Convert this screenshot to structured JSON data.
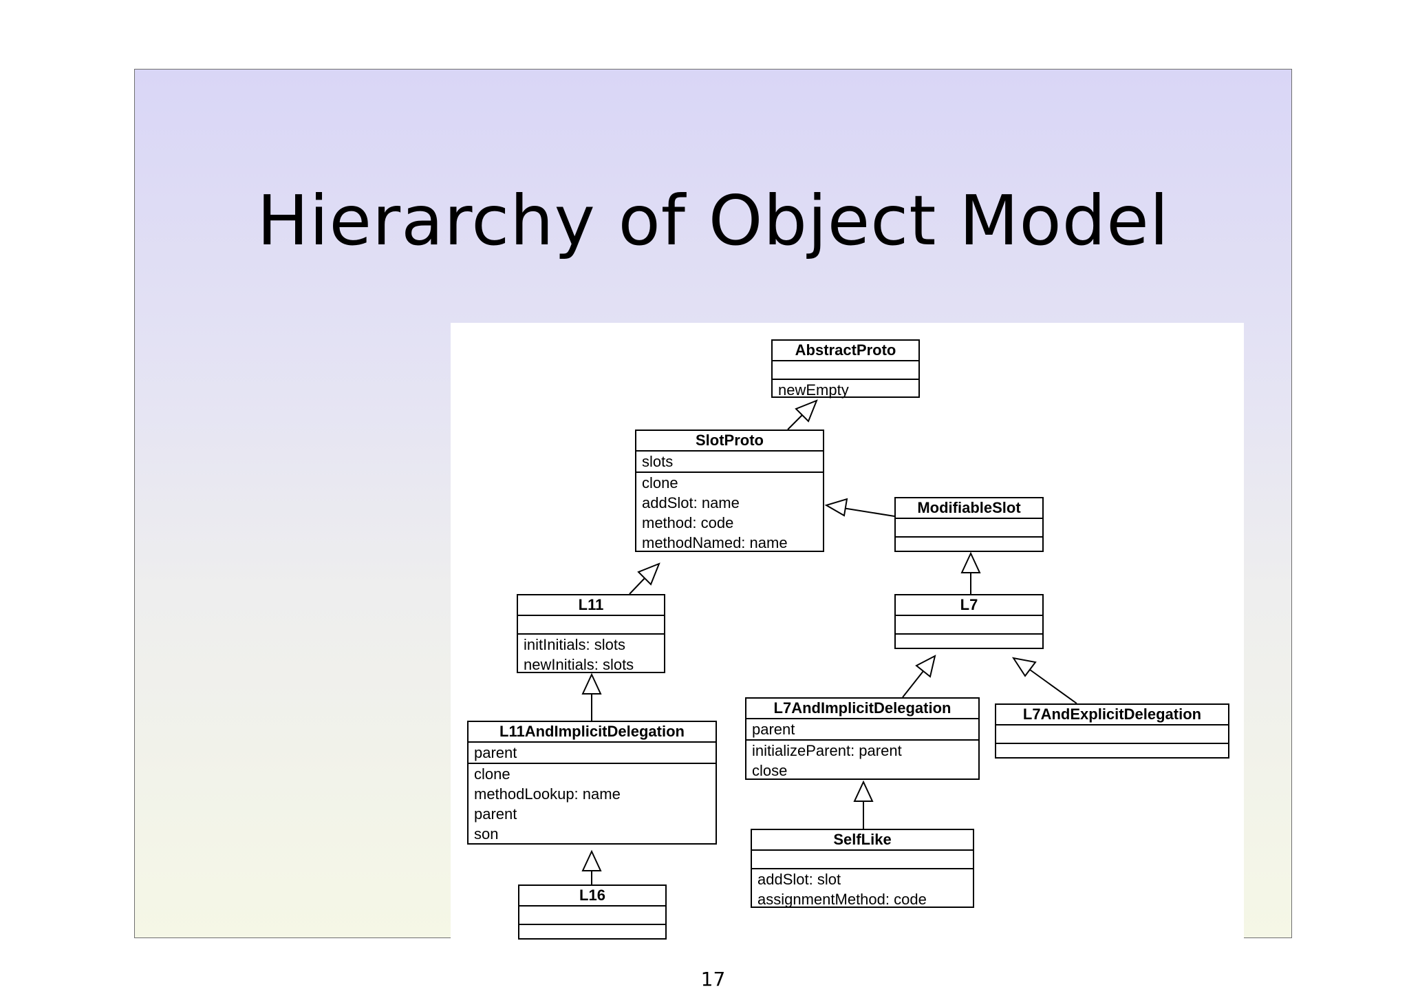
{
  "slide": {
    "title": "Hierarchy of Object Model",
    "page_number": "17"
  },
  "classes": {
    "abstract_proto": {
      "name": "AbstractProto",
      "attributes": [],
      "operations": [
        "newEmpty"
      ]
    },
    "slot_proto": {
      "name": "SlotProto",
      "attributes": [
        "slots"
      ],
      "operations": [
        "clone",
        "addSlot: name",
        "method: code",
        "methodNamed: name"
      ]
    },
    "modifiable_slot": {
      "name": "ModifiableSlot",
      "attributes": [],
      "operations": []
    },
    "l11": {
      "name": "L11",
      "attributes": [],
      "operations": [
        "initInitials: slots",
        "newInitials: slots"
      ]
    },
    "l7": {
      "name": "L7",
      "attributes": [],
      "operations": []
    },
    "l11_implicit": {
      "name": "L11AndImplicitDelegation",
      "attributes": [
        "parent"
      ],
      "operations": [
        "clone",
        "methodLookup: name",
        "parent",
        "son"
      ]
    },
    "l7_implicit": {
      "name": "L7AndImplicitDelegation",
      "attributes": [
        "parent"
      ],
      "operations": [
        "initializeParent: parent",
        "close"
      ]
    },
    "l7_explicit": {
      "name": "L7AndExplicitDelegation",
      "attributes": [],
      "operations": []
    },
    "l16": {
      "name": "L16",
      "attributes": [],
      "operations": []
    },
    "self_like": {
      "name": "SelfLike",
      "attributes": [],
      "operations": [
        "addSlot: slot",
        "assignmentMethod: code"
      ]
    }
  },
  "inheritance": [
    {
      "child": "SlotProto",
      "parent": "AbstractProto"
    },
    {
      "child": "ModifiableSlot",
      "parent": "SlotProto"
    },
    {
      "child": "L11",
      "parent": "SlotProto"
    },
    {
      "child": "L7",
      "parent": "ModifiableSlot"
    },
    {
      "child": "L11AndImplicitDelegation",
      "parent": "L11"
    },
    {
      "child": "L16",
      "parent": "L11AndImplicitDelegation"
    },
    {
      "child": "L7AndImplicitDelegation",
      "parent": "L7"
    },
    {
      "child": "L7AndExplicitDelegation",
      "parent": "L7"
    },
    {
      "child": "SelfLike",
      "parent": "L7AndImplicitDelegation"
    }
  ]
}
